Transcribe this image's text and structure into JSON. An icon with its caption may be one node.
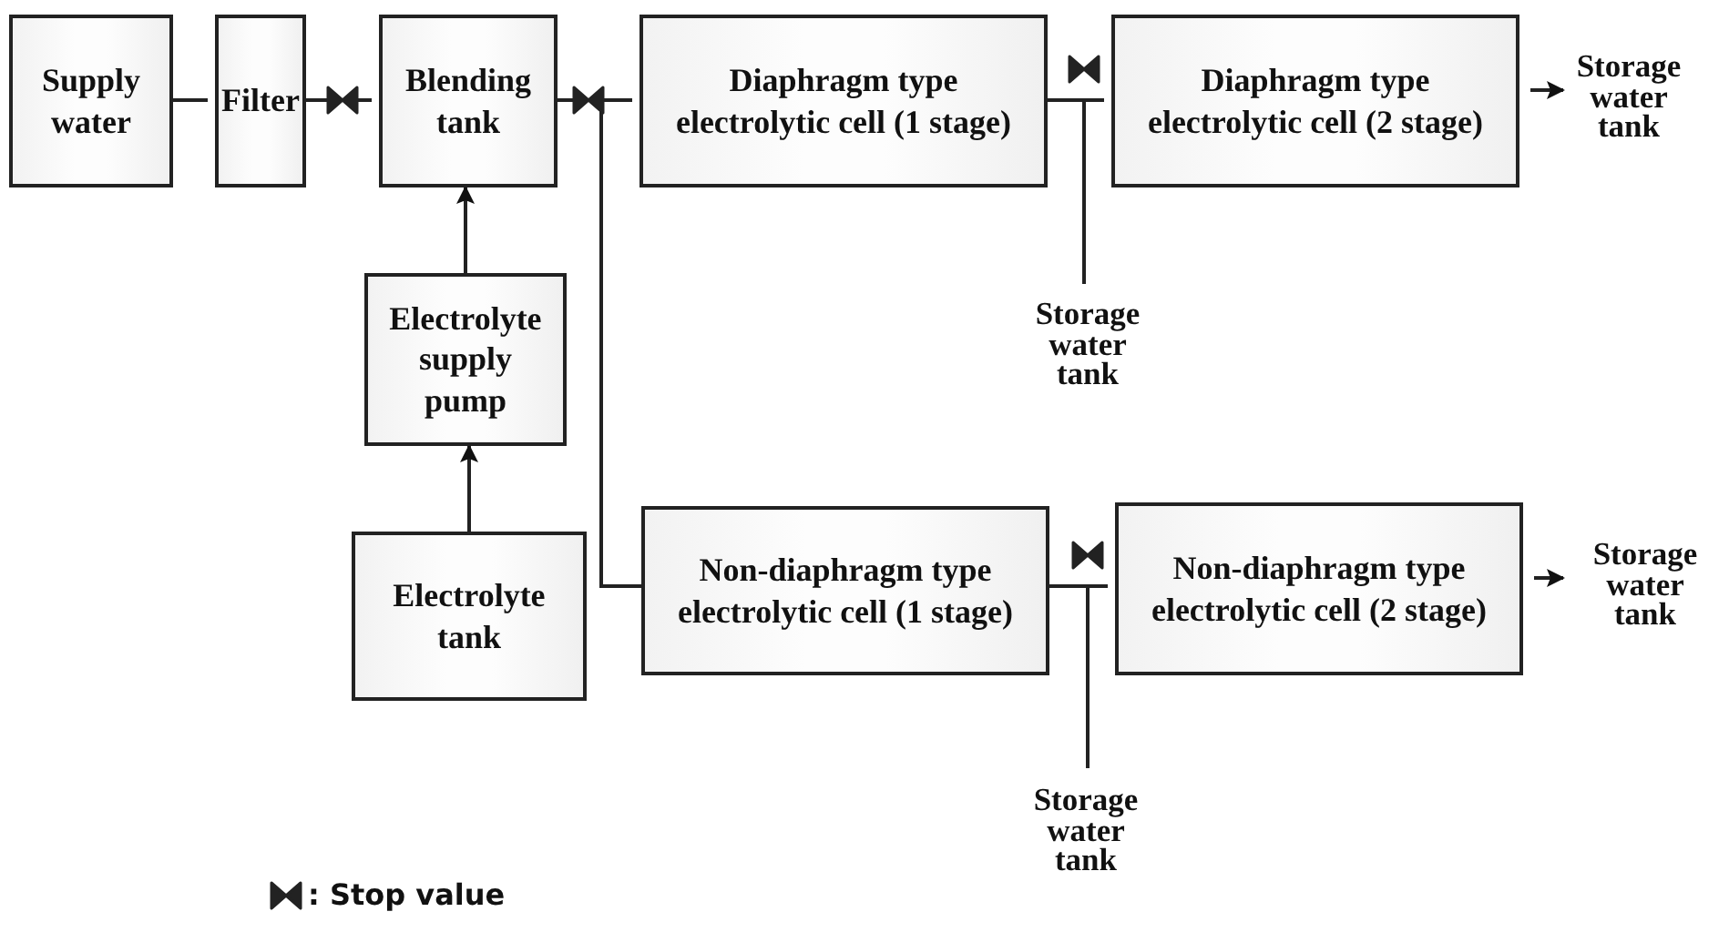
{
  "diagram": {
    "nodes": [
      {
        "text": [
          "Supply water"
        ]
      },
      {
        "text": [
          "Filter"
        ]
      },
      {
        "text": [
          "Blending tank"
        ]
      },
      {
        "text": [
          "Diaphragm type electrolytic cell (1 stage)"
        ]
      },
      {
        "text": [
          "Diaphragm type electrolytic cell (2 stage)"
        ]
      },
      {
        "text": [
          "Storage water tank"
        ]
      },
      {
        "text": [
          "Storage water tank"
        ]
      },
      {
        "text": [
          "Electrolyte supply pump"
        ]
      },
      {
        "text": [
          "Electrolyte tank"
        ]
      },
      {
        "text": [
          "Non-diaphragm type electrolytic cell (1 stage)"
        ]
      },
      {
        "text": [
          "Non-diaphragm type electrolytic cell (2 stage)"
        ]
      },
      {
        "text": [
          "Storage water tank"
        ]
      },
      {
        "text": [
          "Storage water tank"
        ]
      }
    ],
    "edges": [
      {
        "from": 0,
        "to": 1,
        "arrow": "none"
      },
      {
        "from": 1,
        "to": 2,
        "arrow": "none"
      },
      {
        "from": 2,
        "to": 3,
        "arrow": "none"
      },
      {
        "from": 2,
        "to": 9,
        "arrow": "none"
      },
      {
        "from": 7,
        "to": 2,
        "arrow": "to"
      },
      {
        "from": 8,
        "to": 7,
        "arrow": "to"
      },
      {
        "from": 3,
        "to": 4,
        "arrow": "none"
      },
      {
        "from": 3,
        "to": 6,
        "arrow": "none"
      },
      {
        "from": 4,
        "to": 5,
        "arrow": "to"
      },
      {
        "from": 9,
        "to": 10,
        "arrow": "none"
      },
      {
        "from": 9,
        "to": 12,
        "arrow": "none"
      },
      {
        "from": 10,
        "to": 11,
        "arrow": "to"
      }
    ],
    "legend": [
      {
        "text": ": Stop value"
      }
    ]
  }
}
